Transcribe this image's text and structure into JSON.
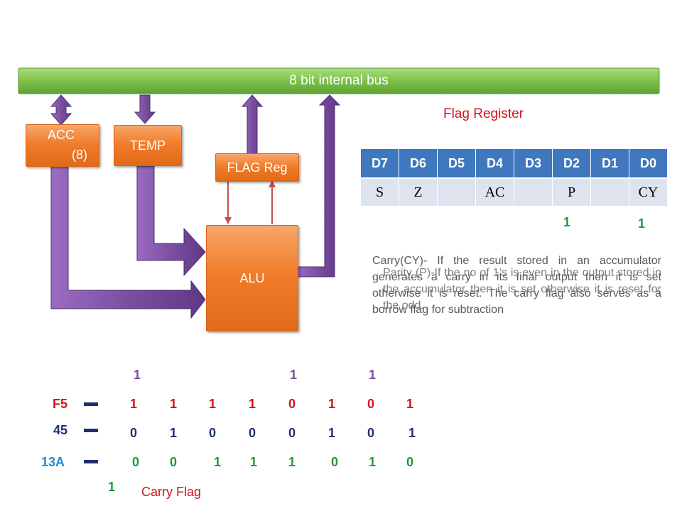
{
  "bus": {
    "label": "8 bit internal bus"
  },
  "blocks": {
    "acc_line1": "ACC",
    "acc_line2": "(8)",
    "temp": "TEMP",
    "flag_reg": "FLAG Reg",
    "alu": "ALU"
  },
  "flag_register": {
    "title": "Flag Register",
    "headers": [
      "D7",
      "D6",
      "D5",
      "D4",
      "D3",
      "D2",
      "D1",
      "D0"
    ],
    "flags": [
      "S",
      "Z",
      "",
      "AC",
      "",
      "P",
      "",
      "CY"
    ],
    "p_value": "1",
    "cy_value": "1"
  },
  "descriptions": {
    "carry": "Carry(CY)- If the result stored in an accumulator generates a carry in its final output then it is set otherwise it is reset. The carry flag also serves as a borrow flag for subtraction",
    "parity": "Parity (P)-If the no of 1’s is even in the output stored in the accumulator then it is set otherwise it is reset for the odd."
  },
  "calculation": {
    "borrow_row": [
      "1",
      "1",
      "1"
    ],
    "row1": {
      "label": "F5",
      "bits": [
        "1",
        "1",
        "1",
        "1",
        "0",
        "1",
        "0",
        "1"
      ]
    },
    "row2": {
      "label": "45",
      "bits": [
        "0",
        "1",
        "0",
        "0",
        "0",
        "1",
        "0",
        "1"
      ]
    },
    "row3": {
      "label": "13A",
      "bits": [
        "0",
        "0",
        "1",
        "1",
        "1",
        "0",
        "1",
        "0"
      ]
    },
    "carry_bit": "1",
    "carry_label": "Carry Flag"
  },
  "colors": {
    "bus": "#7dc24a",
    "block": "#f07d2c",
    "arrow": "#7b4fa0",
    "header": "#3f78be",
    "red": "#d2141c",
    "green": "#1a9a3c",
    "navy": "#1f2f6e"
  }
}
